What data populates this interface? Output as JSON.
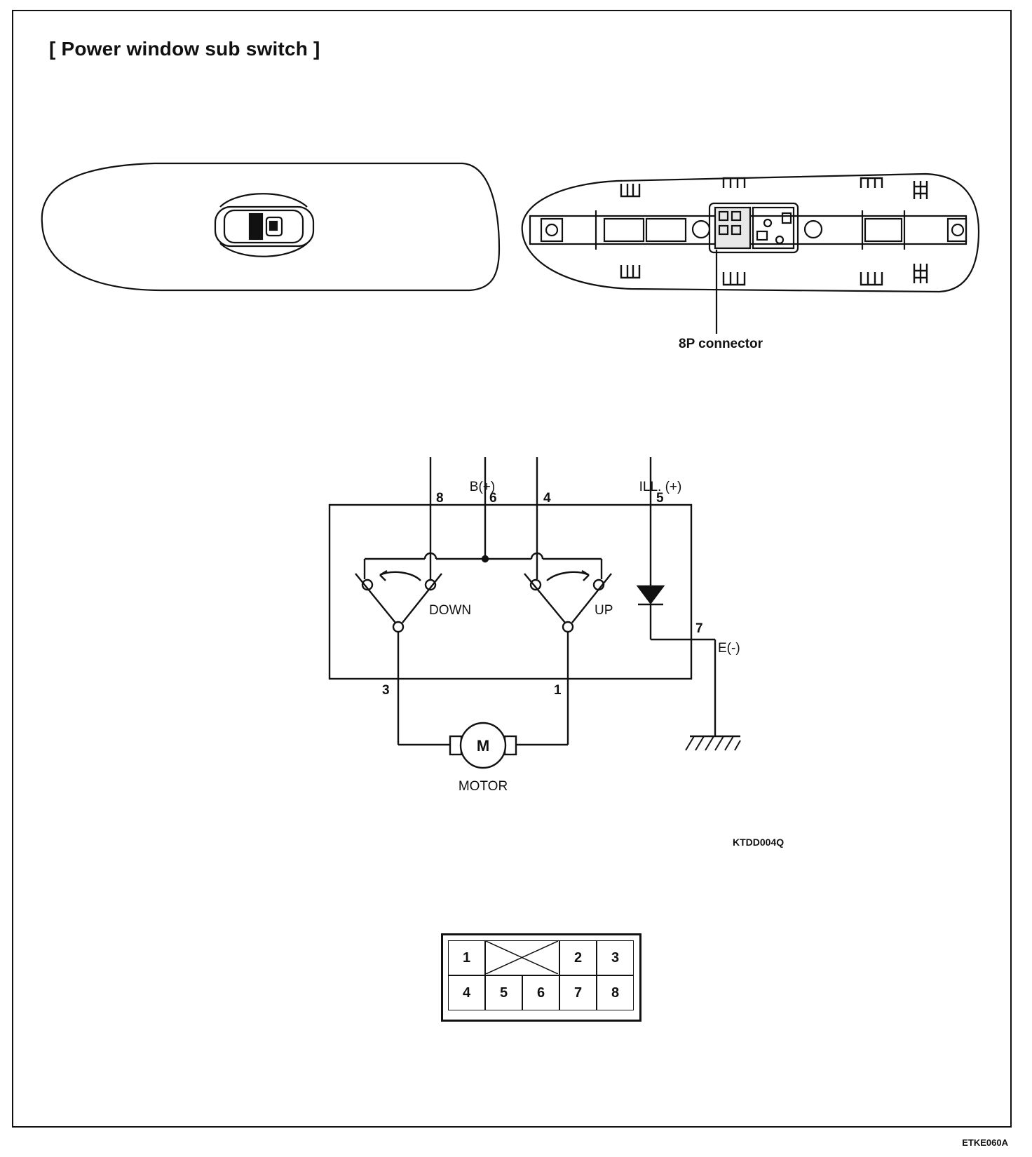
{
  "title": "[ Power window sub switch ]",
  "labels": {
    "connector": "8P connector",
    "b_plus": "B(+)",
    "ill_plus": "ILL. (+)",
    "e_minus": "E(-)",
    "down": "DOWN",
    "up": "UP",
    "motor": "MOTOR",
    "motor_symbol": "M",
    "ref_code_1": "KTDD004Q",
    "ref_code_2": "ETKE060A"
  },
  "terminals": {
    "t8": "8",
    "t6": "6",
    "t4": "4",
    "t5": "5",
    "t7": "7",
    "t3": "3",
    "t1": "1"
  },
  "connector_pins": {
    "row1": [
      "1",
      "2",
      "3"
    ],
    "row2": [
      "4",
      "5",
      "6",
      "7",
      "8"
    ]
  }
}
